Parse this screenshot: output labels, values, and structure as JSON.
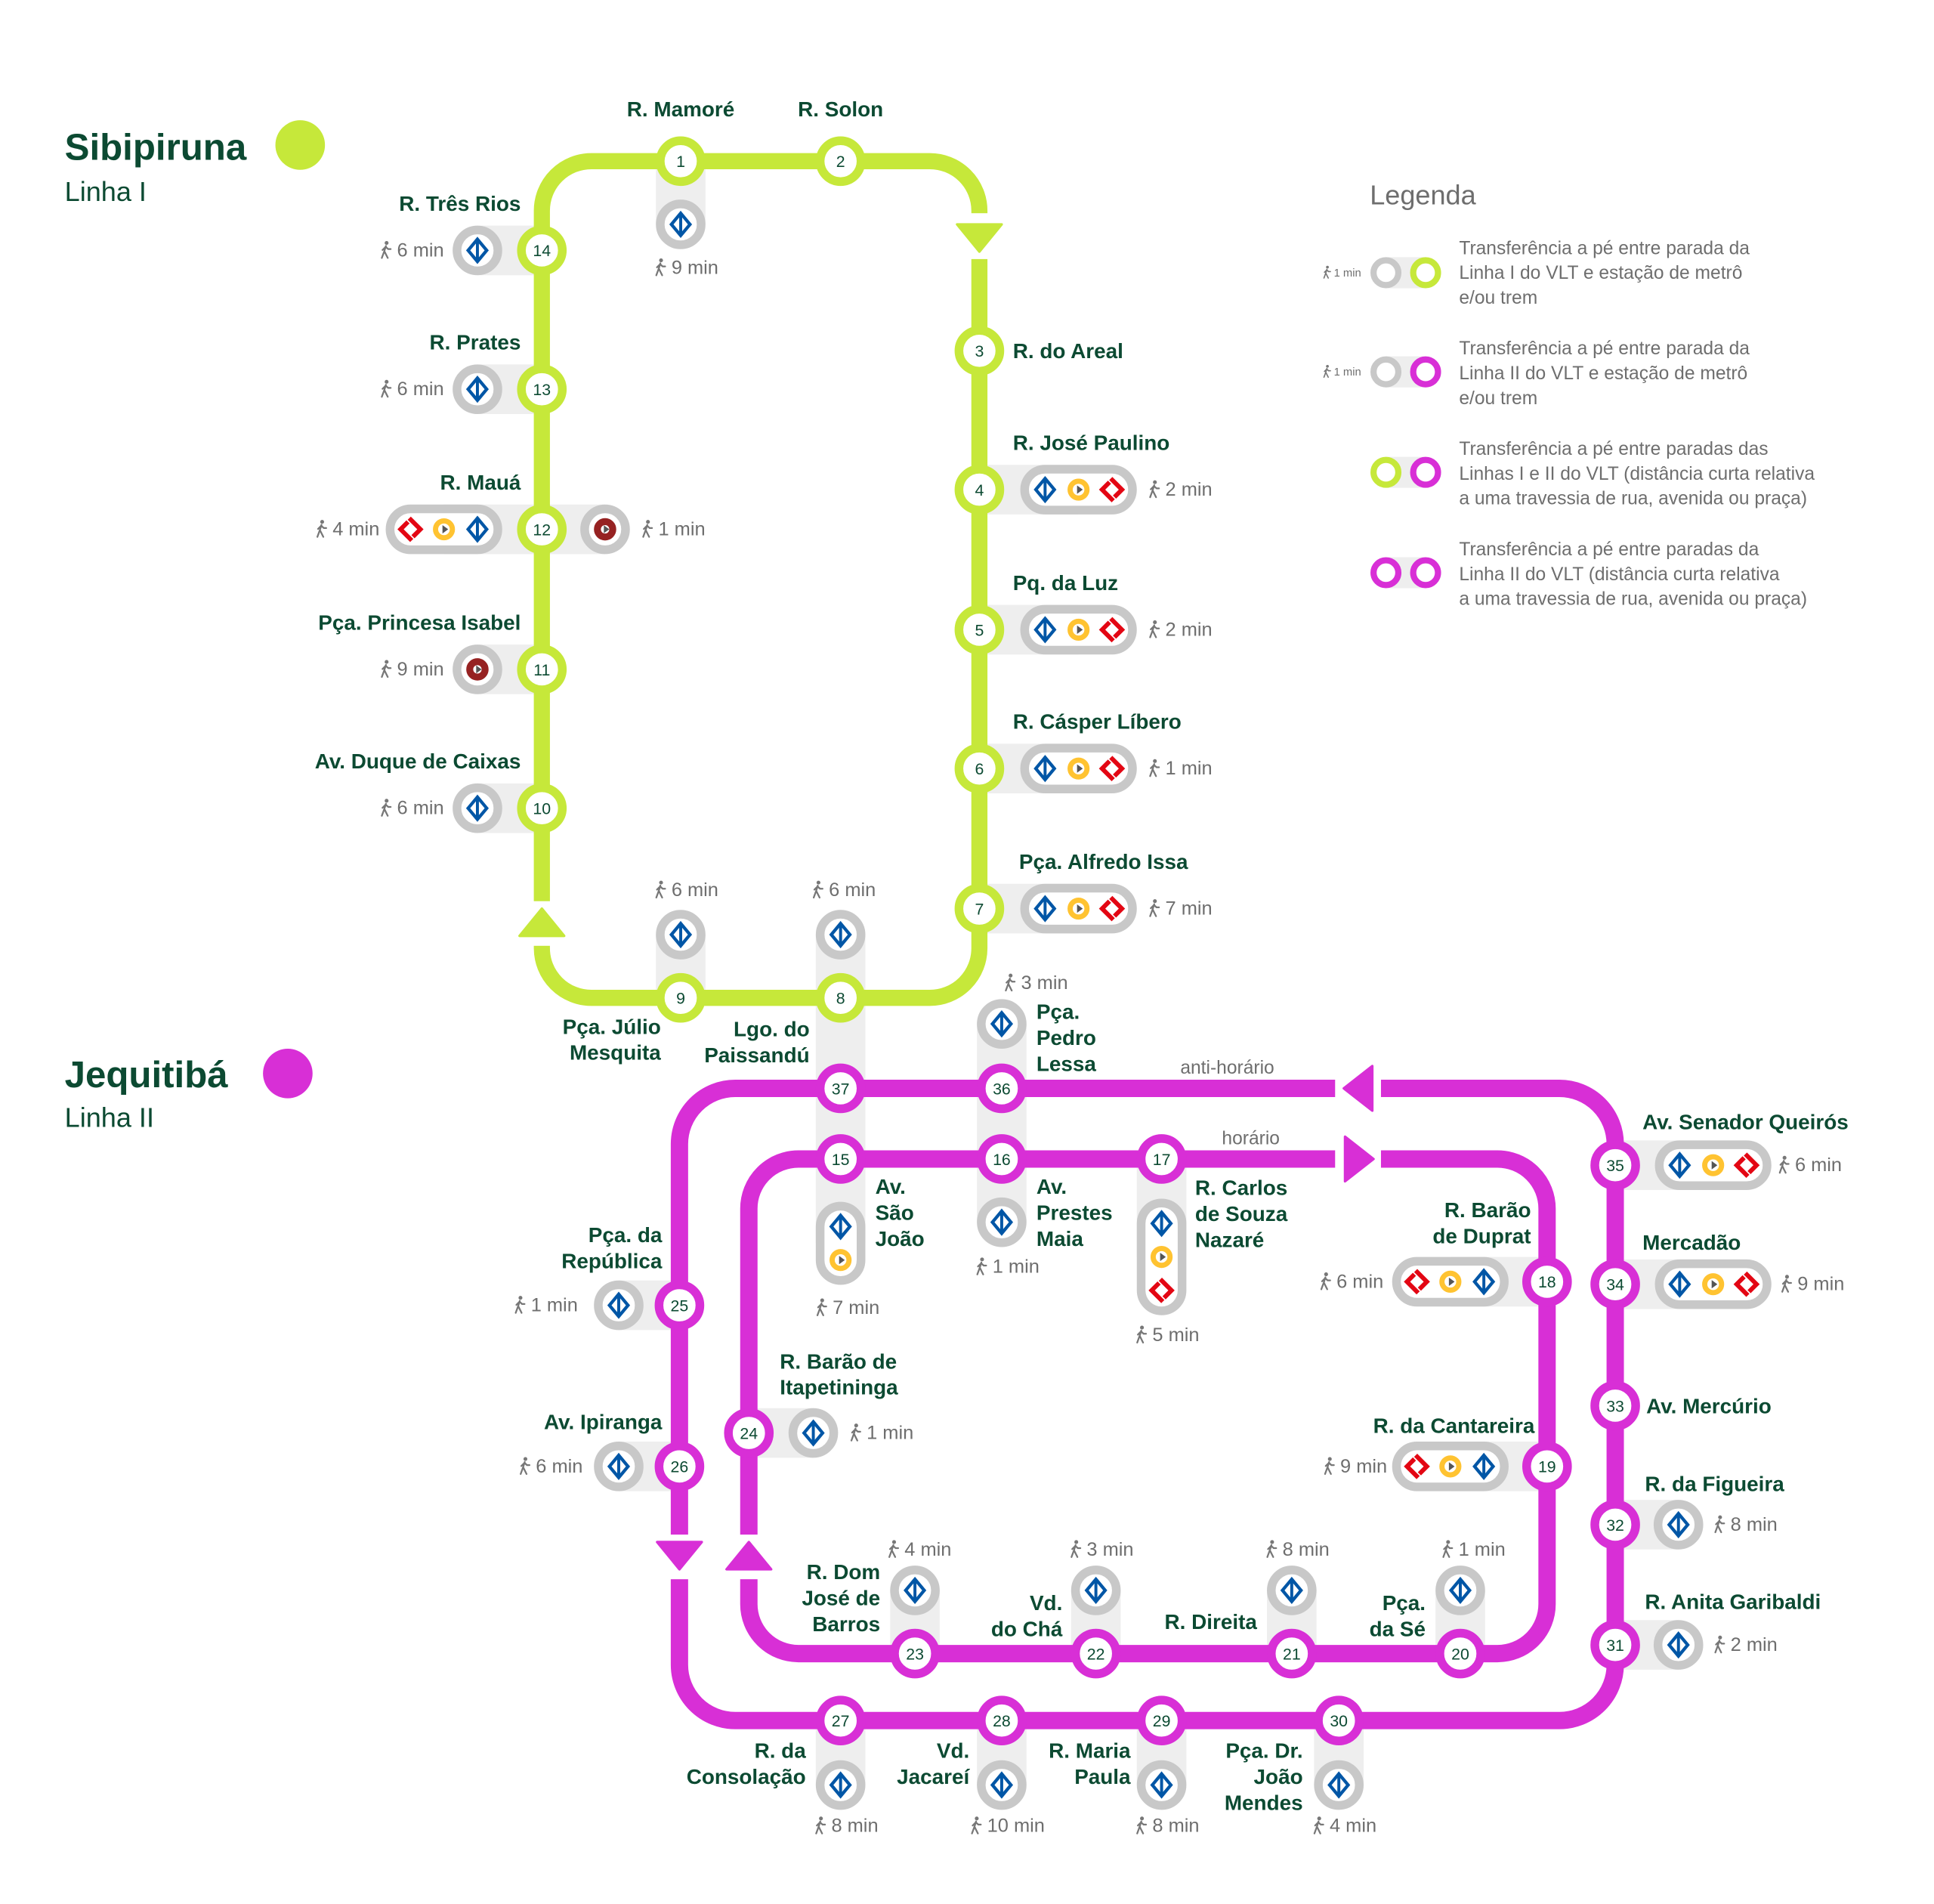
{
  "lines": [
    {
      "id": "I",
      "name": "Sibipiruna",
      "subtitle": "Linha I"
    },
    {
      "id": "II",
      "name": "Jequitibá",
      "subtitle": "Linha II"
    }
  ],
  "colors": {
    "line_I": "#C6E83A",
    "line_II": "#D82FD6",
    "metro": "#0056A6",
    "cptm": "#E30613",
    "yellow": "#FFC331",
    "dark_red": "#962222",
    "transfer_ring": "#C8C8C8",
    "text_primary": "#0C4A32",
    "text_secondary": "#6E6E6E"
  },
  "directions": {
    "counterclockwise": "anti-horário",
    "clockwise": "horário"
  },
  "legend": {
    "title": "Legenda",
    "items": [
      {
        "walk": "1 min",
        "symbols": [
          "transfer-ring",
          "line-I-ring"
        ],
        "lines": [
          "Transferência a pé entre parada da",
          "Linha I do VLT e estação de metrô",
          "e/ou trem"
        ]
      },
      {
        "walk": "1 min",
        "symbols": [
          "transfer-ring",
          "line-II-ring"
        ],
        "lines": [
          "Transferência a pé entre parada da",
          "Linha II do VLT e estação de metrô",
          "e/ou trem"
        ]
      },
      {
        "walk": "",
        "symbols": [
          "line-I-ring",
          "line-II-ring"
        ],
        "lines": [
          "Transferência a pé entre paradas das",
          "Linhas I e II do VLT (distância curta relativa",
          "a uma travessia de rua, avenida ou praça)"
        ]
      },
      {
        "walk": "",
        "symbols": [
          "line-II-ring",
          "line-II-ring"
        ],
        "lines": [
          "Transferência a pé entre paradas da",
          "Linha II do VLT (distância curta relativa",
          "a uma travessia de rua, avenida ou praça)"
        ]
      }
    ]
  },
  "stations": [
    {
      "number": "1",
      "line": "I",
      "name": [
        "R. Mamoré"
      ],
      "transfers": [
        {
          "icons": [
            "metro"
          ],
          "walk": "9 min"
        }
      ]
    },
    {
      "number": "2",
      "line": "I",
      "name": [
        "R. Solon"
      ],
      "transfers": []
    },
    {
      "number": "3",
      "line": "I",
      "name": [
        "R. do Areal"
      ],
      "transfers": []
    },
    {
      "number": "4",
      "line": "I",
      "name": [
        "R. José Paulino"
      ],
      "transfers": [
        {
          "icons": [
            "metro",
            "yellow",
            "cptm"
          ],
          "walk": "2 min"
        }
      ]
    },
    {
      "number": "5",
      "line": "I",
      "name": [
        "Pq. da Luz"
      ],
      "transfers": [
        {
          "icons": [
            "metro",
            "yellow",
            "cptm"
          ],
          "walk": "2 min"
        }
      ]
    },
    {
      "number": "6",
      "line": "I",
      "name": [
        "R. Cásper Líbero"
      ],
      "transfers": [
        {
          "icons": [
            "metro",
            "yellow",
            "cptm"
          ],
          "walk": "1 min"
        }
      ]
    },
    {
      "number": "7",
      "line": "I",
      "name": [
        "Pça. Alfredo Issa"
      ],
      "transfers": [
        {
          "icons": [
            "metro",
            "yellow",
            "cptm"
          ],
          "walk": "7 min"
        }
      ]
    },
    {
      "number": "8",
      "line": "I",
      "name": [
        "Lgo. do",
        "Paissandú"
      ],
      "transfers": [
        {
          "icons": [
            "metro"
          ],
          "walk": "6 min"
        }
      ]
    },
    {
      "number": "9",
      "line": "I",
      "name": [
        "Pça. Júlio",
        "Mesquita"
      ],
      "transfers": [
        {
          "icons": [
            "metro"
          ],
          "walk": "6 min"
        }
      ]
    },
    {
      "number": "10",
      "line": "I",
      "name": [
        "Av. Duque de Caixas"
      ],
      "transfers": [
        {
          "icons": [
            "metro"
          ],
          "walk": "6 min"
        }
      ]
    },
    {
      "number": "11",
      "line": "I",
      "name": [
        "Pça. Princesa Isabel"
      ],
      "transfers": [
        {
          "icons": [
            "darkred"
          ],
          "walk": "9 min"
        }
      ]
    },
    {
      "number": "12",
      "line": "I",
      "name": [
        "R. Mauá"
      ],
      "transfers": [
        {
          "icons": [
            "cptm",
            "yellow",
            "metro"
          ],
          "walk": "4 min"
        },
        {
          "icons": [
            "darkred"
          ],
          "walk": "1 min"
        }
      ]
    },
    {
      "number": "13",
      "line": "I",
      "name": [
        "R. Prates"
      ],
      "transfers": [
        {
          "icons": [
            "metro"
          ],
          "walk": "6 min"
        }
      ]
    },
    {
      "number": "14",
      "line": "I",
      "name": [
        "R. Três Rios"
      ],
      "transfers": [
        {
          "icons": [
            "metro"
          ],
          "walk": "6 min"
        }
      ]
    },
    {
      "number": "15",
      "line": "II",
      "name": [
        "Av.",
        "São",
        "João"
      ],
      "transfers": [
        {
          "icons": [
            "metro",
            "yellow"
          ],
          "walk": "7 min"
        }
      ]
    },
    {
      "number": "16",
      "line": "II",
      "name": [
        "Av.",
        "Prestes",
        "Maia"
      ],
      "transfers": [
        {
          "icons": [
            "metro"
          ],
          "walk": "1 min"
        }
      ]
    },
    {
      "number": "17",
      "line": "II",
      "name": [
        "R. Carlos",
        "de Souza",
        "Nazaré"
      ],
      "transfers": [
        {
          "icons": [
            "metro",
            "yellow",
            "cptm"
          ],
          "walk": "5 min"
        }
      ]
    },
    {
      "number": "18",
      "line": "II",
      "name": [
        "R. Barão",
        "de Duprat"
      ],
      "transfers": [
        {
          "icons": [
            "cptm",
            "yellow",
            "metro"
          ],
          "walk": "6 min"
        }
      ]
    },
    {
      "number": "19",
      "line": "II",
      "name": [
        "R. da Cantareira"
      ],
      "transfers": [
        {
          "icons": [
            "cptm",
            "yellow",
            "metro"
          ],
          "walk": "9 min"
        }
      ]
    },
    {
      "number": "20",
      "line": "II",
      "name": [
        "Pça.",
        "da Sé"
      ],
      "transfers": [
        {
          "icons": [
            "metro"
          ],
          "walk": "1 min"
        }
      ]
    },
    {
      "number": "21",
      "line": "II",
      "name": [
        "R. Direita"
      ],
      "transfers": [
        {
          "icons": [
            "metro"
          ],
          "walk": "8 min"
        }
      ]
    },
    {
      "number": "22",
      "line": "II",
      "name": [
        "Vd.",
        "do Chá"
      ],
      "transfers": [
        {
          "icons": [
            "metro"
          ],
          "walk": "3 min"
        }
      ]
    },
    {
      "number": "23",
      "line": "II",
      "name": [
        "R. Dom",
        "José de",
        "Barros"
      ],
      "transfers": [
        {
          "icons": [
            "metro"
          ],
          "walk": "4 min"
        }
      ]
    },
    {
      "number": "24",
      "line": "II",
      "name": [
        "R. Barão de",
        "Itapetininga"
      ],
      "transfers": [
        {
          "icons": [
            "metro"
          ],
          "walk": "1 min"
        }
      ]
    },
    {
      "number": "25",
      "line": "II",
      "name": [
        "Pça. da",
        "República"
      ],
      "transfers": [
        {
          "icons": [
            "metro"
          ],
          "walk": "1 min"
        }
      ]
    },
    {
      "number": "26",
      "line": "II",
      "name": [
        "Av. Ipiranga"
      ],
      "transfers": [
        {
          "icons": [
            "metro"
          ],
          "walk": "6 min"
        }
      ]
    },
    {
      "number": "27",
      "line": "II",
      "name": [
        "R. da",
        "Consolação"
      ],
      "transfers": [
        {
          "icons": [
            "metro"
          ],
          "walk": "8 min"
        }
      ]
    },
    {
      "number": "28",
      "line": "II",
      "name": [
        "Vd.",
        "Jacareí"
      ],
      "transfers": [
        {
          "icons": [
            "metro"
          ],
          "walk": "10 min"
        }
      ]
    },
    {
      "number": "29",
      "line": "II",
      "name": [
        "R. Maria",
        "Paula"
      ],
      "transfers": [
        {
          "icons": [
            "metro"
          ],
          "walk": "8 min"
        }
      ]
    },
    {
      "number": "30",
      "line": "II",
      "name": [
        "Pça. Dr.",
        "João",
        "Mendes"
      ],
      "transfers": [
        {
          "icons": [
            "metro"
          ],
          "walk": "4 min"
        }
      ]
    },
    {
      "number": "31",
      "line": "II",
      "name": [
        "R. Anita Garibaldi"
      ],
      "transfers": [
        {
          "icons": [
            "metro"
          ],
          "walk": "2 min"
        }
      ]
    },
    {
      "number": "32",
      "line": "II",
      "name": [
        "R. da Figueira"
      ],
      "transfers": [
        {
          "icons": [
            "metro"
          ],
          "walk": "8 min"
        }
      ]
    },
    {
      "number": "33",
      "line": "II",
      "name": [
        "Av. Mercúrio"
      ],
      "transfers": []
    },
    {
      "number": "34",
      "line": "II",
      "name": [
        "Mercadão"
      ],
      "transfers": [
        {
          "icons": [
            "metro",
            "yellow",
            "cptm"
          ],
          "walk": "9 min"
        }
      ]
    },
    {
      "number": "35",
      "line": "II",
      "name": [
        "Av. Senador Queirós"
      ],
      "transfers": [
        {
          "icons": [
            "metro",
            "yellow",
            "cptm"
          ],
          "walk": "6 min"
        }
      ]
    },
    {
      "number": "36",
      "line": "II",
      "name": [
        "Pça.",
        "Pedro",
        "Lessa"
      ],
      "transfers": [
        {
          "icons": [
            "metro"
          ],
          "walk": "3 min"
        }
      ]
    },
    {
      "number": "37",
      "line": "II",
      "name": [],
      "transfers": []
    }
  ]
}
